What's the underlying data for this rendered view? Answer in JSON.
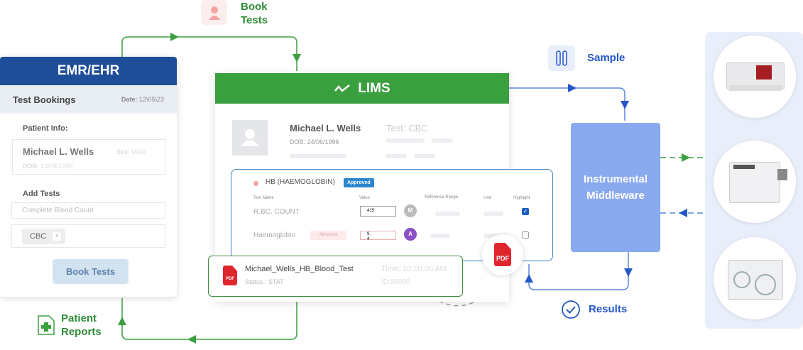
{
  "flow_labels": {
    "book_tests": "Book\nTests",
    "sample": "Sample",
    "results": "Results",
    "patient_reports": "Patient\nReports"
  },
  "emr": {
    "title": "EMR/EHR",
    "section": "Test Bookings",
    "date_label": "Date:",
    "date": "12\\05\\23",
    "patient_info_label": "Patient Info:",
    "patient_name": "Michael L. Wells",
    "sex_label": "Sex:",
    "sex": "Male",
    "dob_label": "DOB:",
    "dob": "24/06/1996",
    "add_tests_label": "Add Tests",
    "test_input": "Complete Blood Count",
    "chip": "CBC",
    "chip_remove": "x",
    "book_button": "Book Tests"
  },
  "lims": {
    "title": "LIMS",
    "patient_name": "Michael L. Wells",
    "dob": "DOB: 24/06/1996",
    "test": "Test: CBC",
    "result": {
      "title": "HB (HAEMOGLOBIN)",
      "badge": "Approved",
      "headers": [
        "Test Name",
        "Value",
        "Reference Range",
        "Unit",
        "Highlight"
      ],
      "rows": [
        {
          "name": "R.BC. COUNT",
          "value": "415",
          "avatar": "M",
          "flag": "",
          "highlight": true
        },
        {
          "name": "Haemoglobin",
          "value": "9.\n4",
          "avatar": "A",
          "flag": "Abnormal",
          "highlight": false
        }
      ]
    },
    "report": {
      "file": "Michael_Wells_HB_Blood_Test",
      "status": "Status : STAT",
      "time": "Time: 10:50.00 AM",
      "id": "ID:98080",
      "pdf": "PDF"
    }
  },
  "middleware": {
    "title": "Instrumental\nMiddleware"
  },
  "colors": {
    "emr": "#1e4d9a",
    "lims": "#3a9f3f",
    "middleware": "#8aaaf0",
    "flow_green": "#3a9f3f",
    "flow_blue": "#5b86e0"
  }
}
